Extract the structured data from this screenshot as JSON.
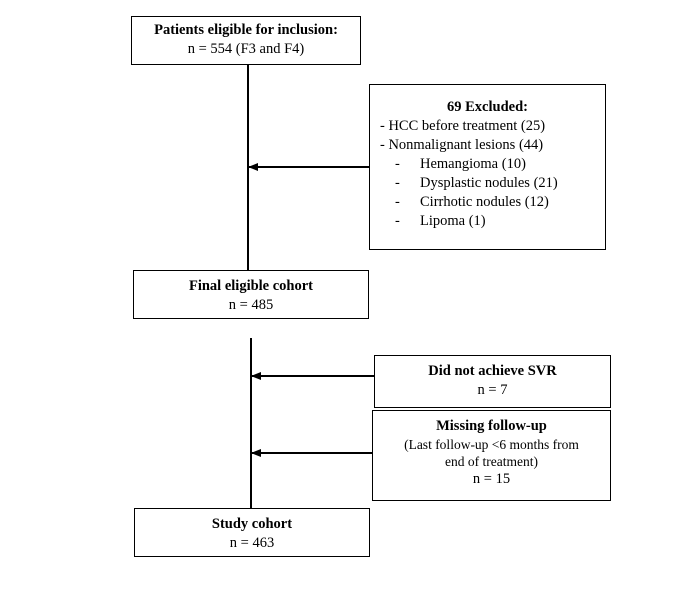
{
  "flowchart": {
    "eligible": {
      "title": "Patients eligible for inclusion:",
      "count": "n = 554 (F3 and F4)"
    },
    "excluded": {
      "title": "69 Excluded:",
      "items": [
        "- HCC before treatment (25)",
        "- Nonmalignant lesions (44)"
      ],
      "sub_items": [
        "Hemangioma (10)",
        "Dysplastic nodules (21)",
        "Cirrhotic nodules (12)",
        "Lipoma (1)"
      ],
      "dash": "-"
    },
    "final": {
      "title": "Final eligible cohort",
      "count": "n = 485"
    },
    "no_svr": {
      "title": "Did not achieve SVR",
      "count": "n = 7"
    },
    "missing": {
      "title": "Missing follow-up",
      "detail_1": "(Last follow-up <6 months from",
      "detail_2": "end of treatment)",
      "count": "n = 15"
    },
    "study": {
      "title": "Study cohort",
      "count": "n = 463"
    }
  }
}
